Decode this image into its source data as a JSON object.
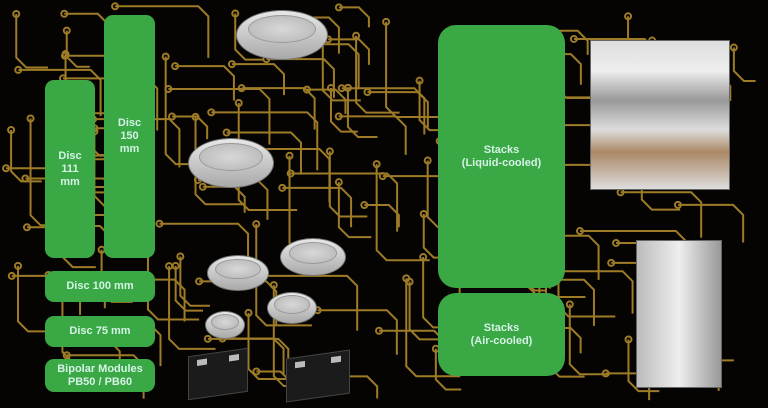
{
  "categories": {
    "disc_111": "Disc\n111\nmm",
    "disc_150": "Disc\n150\nmm",
    "disc_100": "Disc 100 mm",
    "disc_75": "Disc 75 mm",
    "bipolar": "Bipolar Modules\nPB50 / PB60",
    "stacks_liquid": "Stacks\n(Liquid-cooled)",
    "stacks_air": "Stacks\n(Air-cooled)"
  },
  "colors": {
    "box": "#3aa845",
    "text": "#d4f3e6",
    "trace": "#b8902e"
  }
}
